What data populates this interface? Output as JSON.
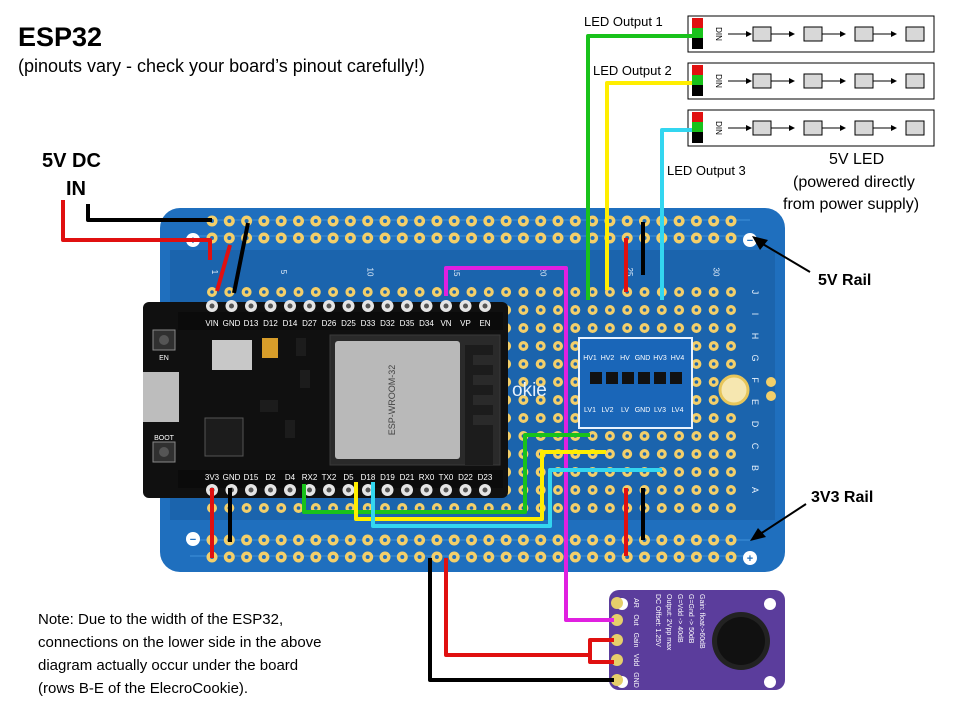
{
  "header": {
    "title": "ESP32",
    "subtitle": "(pinouts vary - check your board’s pinout carefully!)"
  },
  "power_input": {
    "line1": "5V DC",
    "line2": "IN"
  },
  "led_outputs": [
    {
      "label": "LED Output 1",
      "color": "#19c21b"
    },
    {
      "label": "LED Output 2",
      "color": "#ffee00"
    },
    {
      "label": "LED Output 3",
      "color": "#33d6f0"
    }
  ],
  "led_strip": {
    "line1": "5V LED",
    "line2": "(powered directly",
    "line3": "from power supply)",
    "din_label": "DIN"
  },
  "rails": {
    "five_volt": "5V Rail",
    "three_volt": "3V3 Rail"
  },
  "esp32": {
    "top_pins": [
      "VIN",
      "GND",
      "D13",
      "D12",
      "D14",
      "D27",
      "D26",
      "D25",
      "D33",
      "D32",
      "D35",
      "D34",
      "VN",
      "VP",
      "EN"
    ],
    "bottom_pins": [
      "3V3",
      "GND",
      "D15",
      "D2",
      "D4",
      "RX2",
      "TX2",
      "D5",
      "D18",
      "D19",
      "D21",
      "RX0",
      "TX0",
      "D22",
      "D23"
    ],
    "buttons": [
      "EN",
      "BOOT"
    ],
    "module_text": "ESP-WROOM-32"
  },
  "level_shifter": {
    "top_pins": [
      "HV1",
      "HV2",
      "HV",
      "GND",
      "HV3",
      "HV4"
    ],
    "bottom_pins": [
      "LV1",
      "LV2",
      "LV",
      "GND",
      "LV3",
      "LV4"
    ]
  },
  "proto_board": {
    "brand_fragment": "okie",
    "col_numbers": [
      "1",
      "5",
      "10",
      "15",
      "20",
      "25",
      "30"
    ],
    "row_letters_right": [
      "J",
      "I",
      "H",
      "G",
      "F",
      "E",
      "D",
      "C",
      "B",
      "A"
    ]
  },
  "microphone": {
    "pins": [
      "AR",
      "Out",
      "Gain",
      "Vdd",
      "GND"
    ],
    "spec_lines": [
      "Gain: float->60dB",
      "G=Gnd -> 50dB",
      "G=Vdd -> 40dB",
      "Output: 2Vpp max",
      "DC Offset: 1.25V"
    ]
  },
  "note": {
    "line1": "Note: Due to the width of the ESP32,",
    "line2": "connections on the lower side in the above",
    "line3": "diagram actually occur under the board",
    "line4": "(rows B-E of the ElecroCookie)."
  },
  "colors": {
    "board": "#1f6fbe",
    "board_dark": "#15589c",
    "pad": "#f3cf6a",
    "esp_black": "#101010",
    "wire_red": "#e01010",
    "wire_black": "#000000",
    "wire_green": "#19c21b",
    "wire_yellow": "#ffee00",
    "wire_cyan": "#33d6f0",
    "wire_magenta": "#e020e0",
    "mic_purple": "#5b3d9c"
  }
}
